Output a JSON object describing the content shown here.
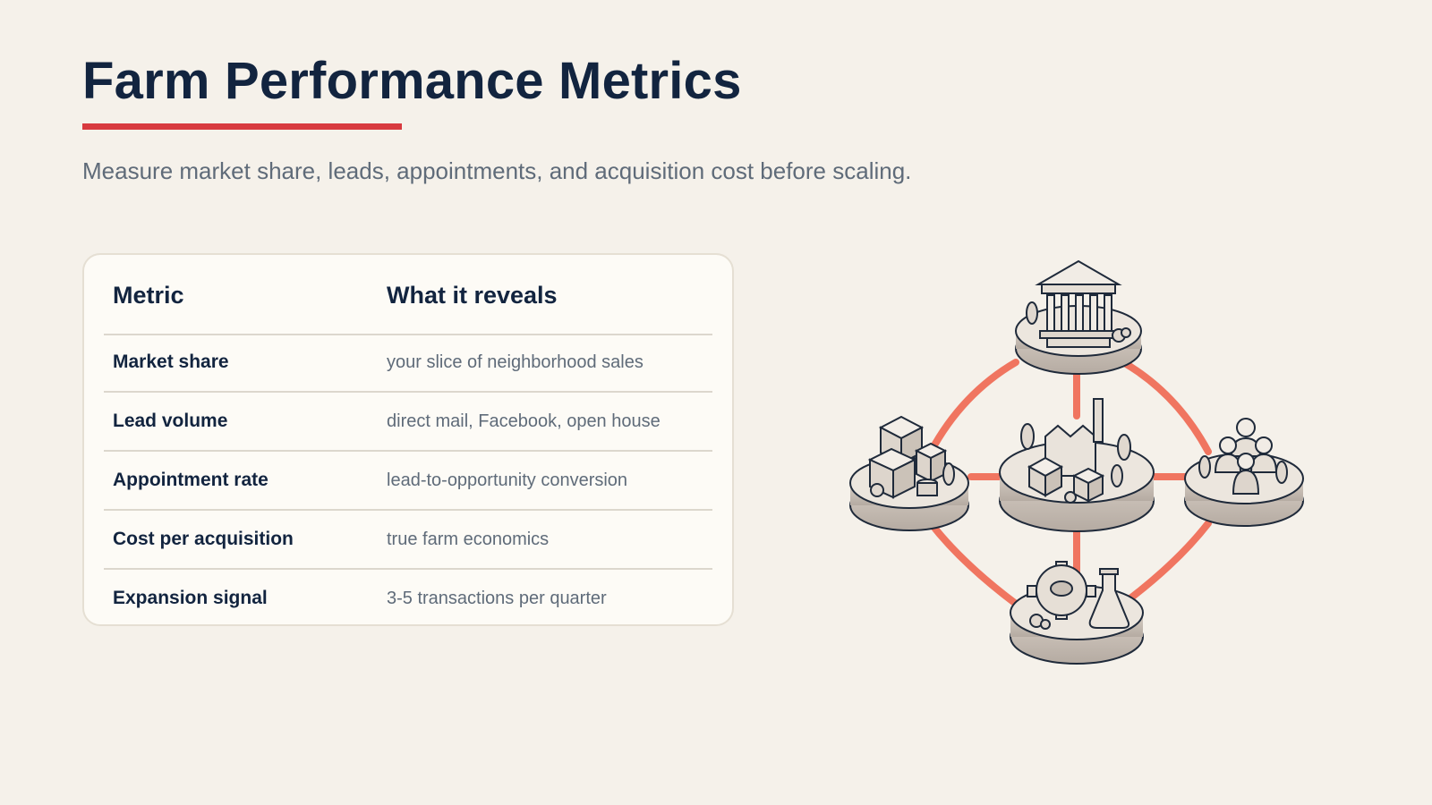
{
  "slide": {
    "title": "Farm Performance Metrics",
    "subtitle": "Measure market share, leads, appointments, and acquisition cost before scaling.",
    "accent_color": "#d83a3f",
    "connector_color": "#f07560"
  },
  "table": {
    "headers": {
      "metric": "Metric",
      "reveals": "What it reveals"
    },
    "rows": [
      {
        "metric": "Market share",
        "reveals": "your slice of neighborhood sales"
      },
      {
        "metric": "Lead volume",
        "reveals": "direct mail, Facebook, open house"
      },
      {
        "metric": "Appointment rate",
        "reveals": "lead-to-opportunity conversion"
      },
      {
        "metric": "Cost per acquisition",
        "reveals": "true farm economics"
      },
      {
        "metric": "Expansion signal",
        "reveals": "3-5 transactions per quarter"
      }
    ]
  },
  "diagram": {
    "nodes": [
      "government-building-icon",
      "warehouse-boxes-icon",
      "factory-city-icon",
      "people-group-icon",
      "gear-flask-icon"
    ]
  }
}
